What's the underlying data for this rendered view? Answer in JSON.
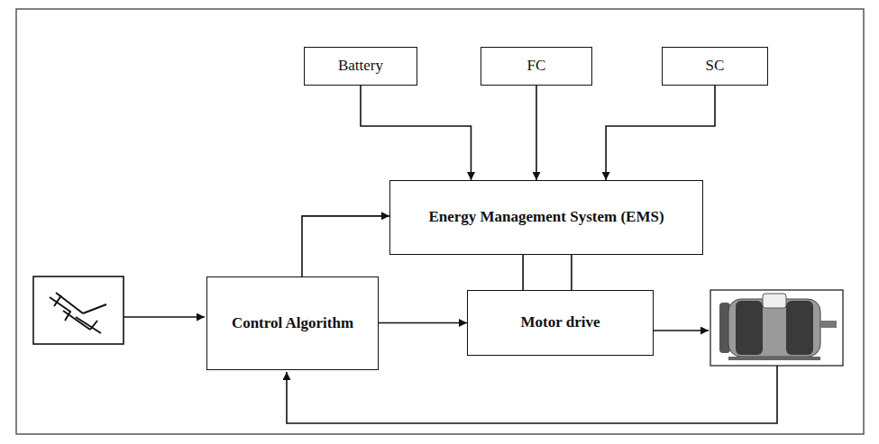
{
  "diagram": {
    "nodes": [
      {
        "text": [
          "Battery"
        ]
      },
      {
        "text": [
          "FC"
        ]
      },
      {
        "text": [
          "SC"
        ]
      },
      {
        "text": [
          "Energy Management System (EMS)"
        ]
      },
      {
        "text": [
          "Control Algorithm"
        ]
      },
      {
        "text": [
          "Motor drive"
        ]
      }
    ],
    "edges": [
      {
        "from": 0,
        "to": 3,
        "arrow": "to"
      },
      {
        "from": 1,
        "to": 3,
        "arrow": "to"
      },
      {
        "from": 2,
        "to": 3,
        "arrow": "to"
      },
      {
        "from": 4,
        "to": 3,
        "arrow": "to"
      },
      {
        "from": 4,
        "to": 5,
        "arrow": "to"
      },
      {
        "from": 3,
        "to": 5,
        "arrow": "none"
      },
      {
        "from": 3,
        "to": 5,
        "arrow": "none"
      }
    ]
  }
}
